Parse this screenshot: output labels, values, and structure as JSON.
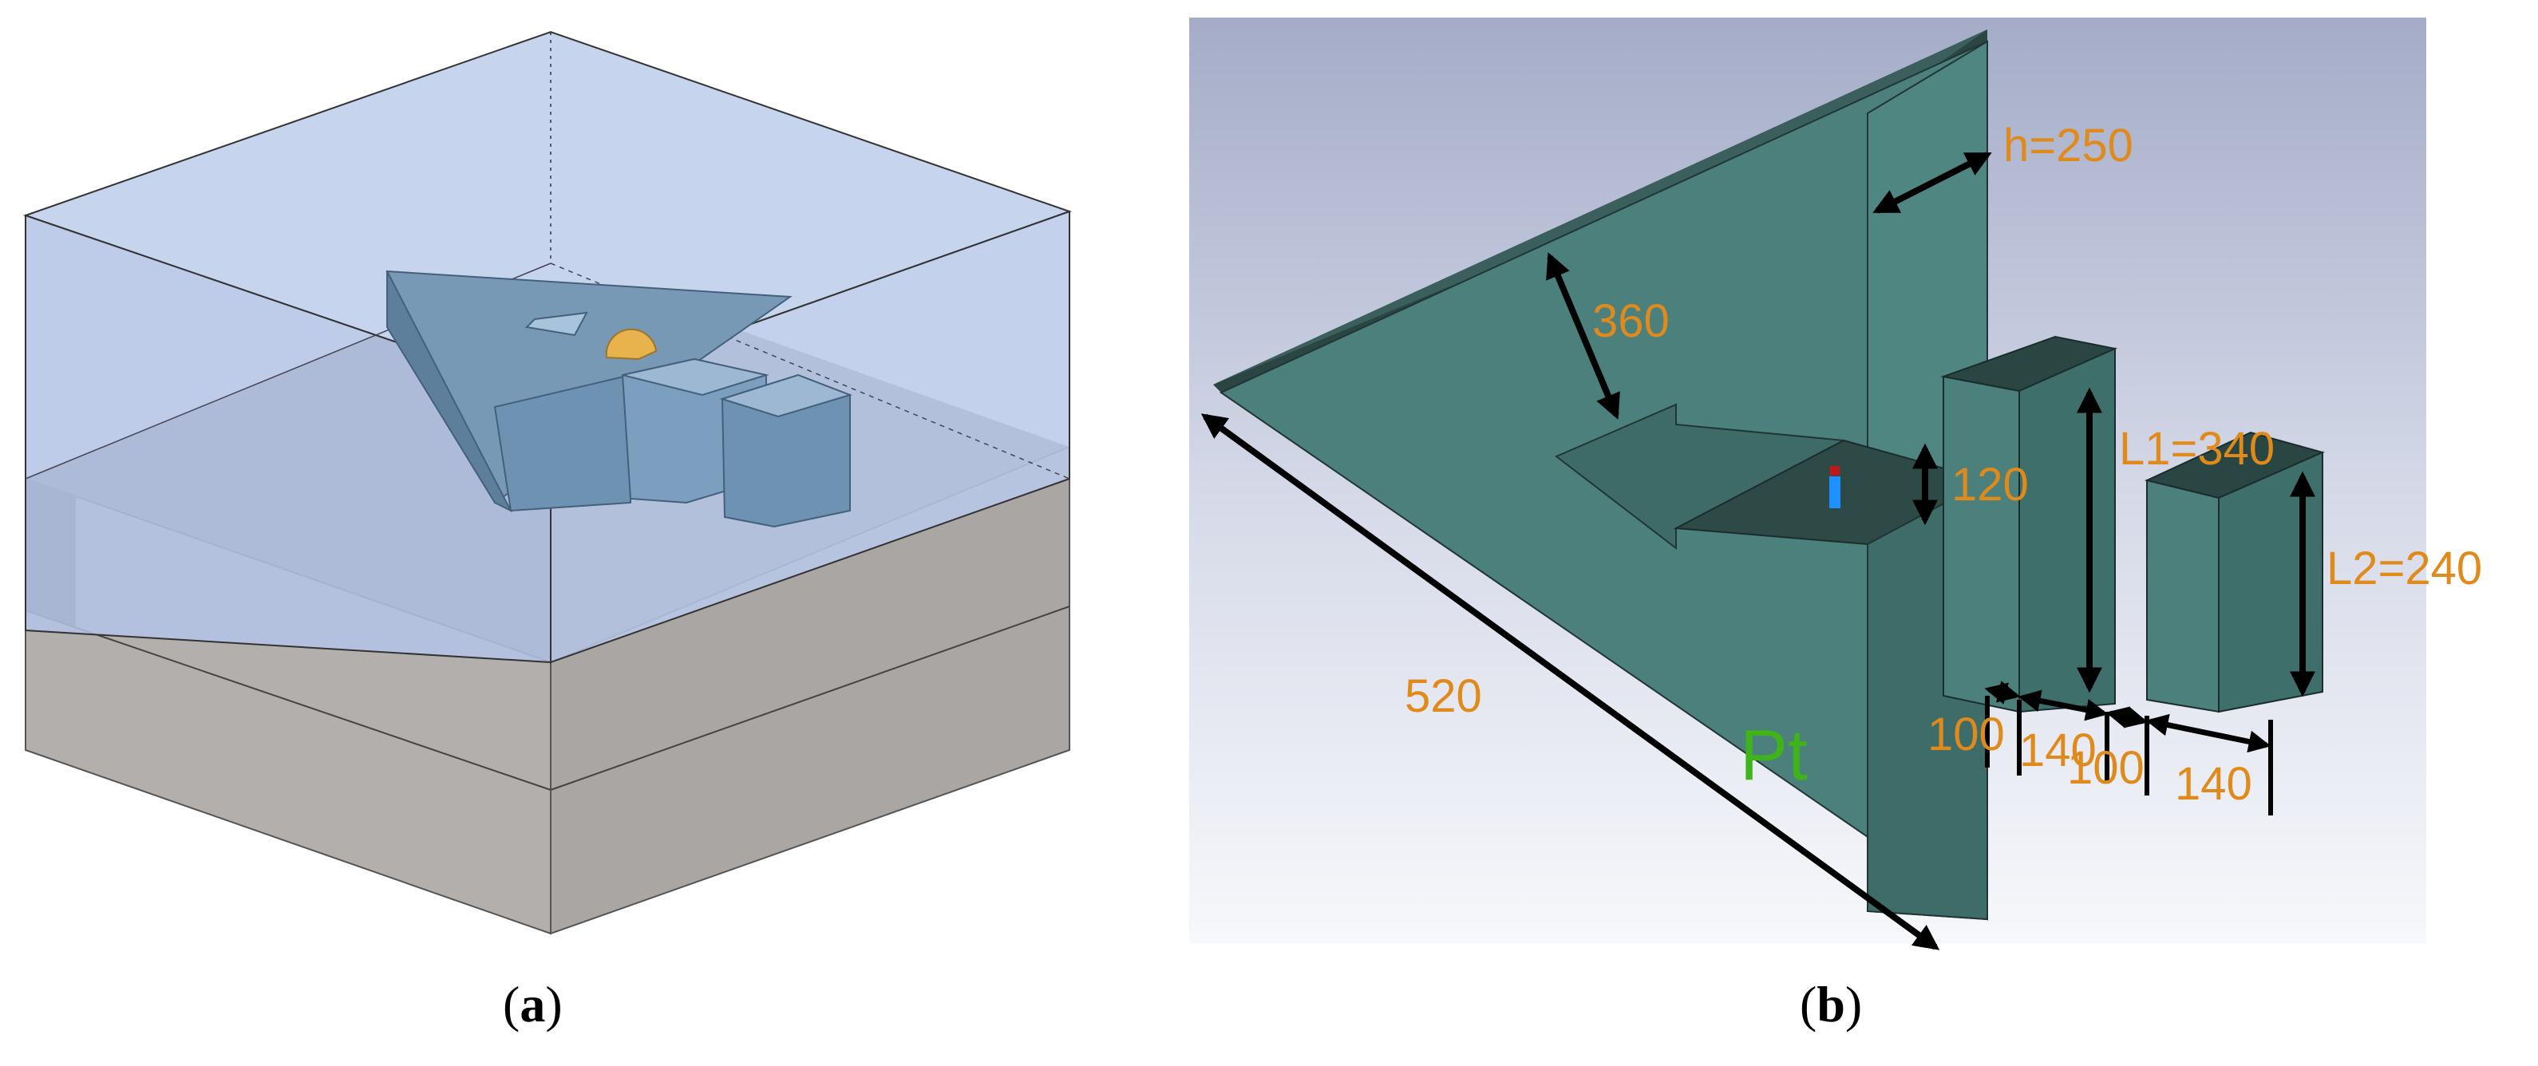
{
  "panels": [
    {
      "id": "a",
      "caption_letter": "a"
    },
    {
      "id": "b",
      "caption_letter": "b"
    }
  ],
  "dimensions": {
    "h": "h=250",
    "d360": "360",
    "d120": "120",
    "L1": "L1=340",
    "L2": "L2=240",
    "d520": "520",
    "gap1": "100",
    "w1": "140",
    "gap2": "100",
    "w2": "140",
    "port": "Pt"
  },
  "colors": {
    "horn_face": "#4b807c",
    "horn_dark": "#2d4a47",
    "dimension_text": "#e08a1c",
    "port_text": "#3fb31a",
    "air_box": "#b9c9ea",
    "substrate": "#aaa6a3"
  }
}
